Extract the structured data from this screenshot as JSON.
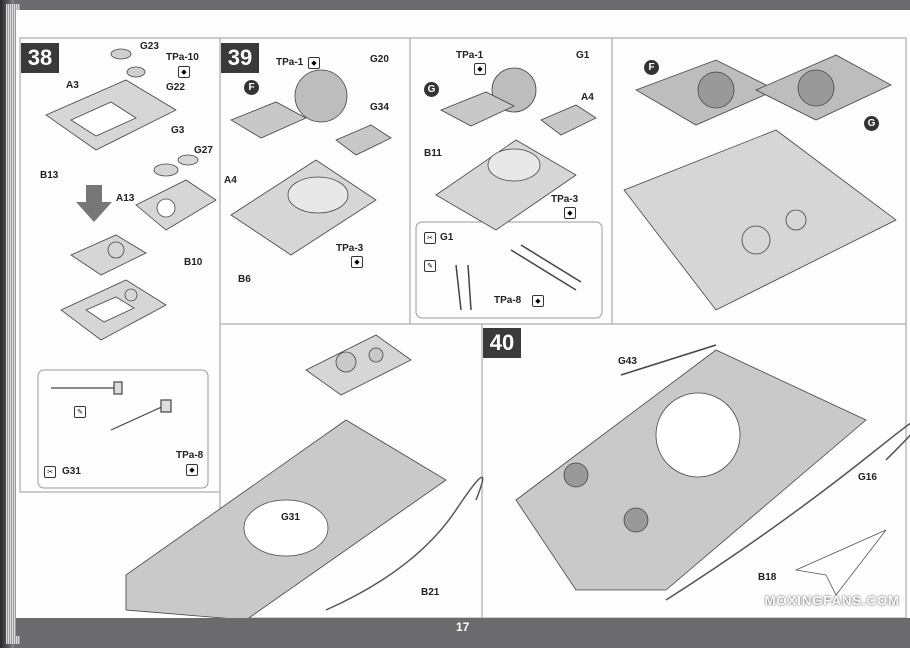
{
  "steps": {
    "s38": "38",
    "s39": "39",
    "s40": "40"
  },
  "badges": {
    "F1": "F",
    "G1": "G",
    "F2": "F",
    "G2": "G"
  },
  "labels": {
    "g23": "G23",
    "tpa10": "TPa-10",
    "a3": "A3",
    "g22": "G22",
    "g3": "G3",
    "g27": "G27",
    "a13": "A13",
    "b13": "B13",
    "b10": "B10",
    "g31a": "G31",
    "tpa8a": "TPa-8",
    "tpa1a": "TPa-1",
    "g20": "G20",
    "g34": "G34",
    "a4a": "A4",
    "tpa3a": "TPa-3",
    "b6": "B6",
    "tpa1b": "TPa-1",
    "g1a": "G1",
    "a4b": "A4",
    "b11": "B11",
    "tpa3b": "TPa-3",
    "g1b": "G1",
    "tpa8b": "TPa-8",
    "g43": "G43",
    "g16": "G16",
    "b18": "B18",
    "g31b": "G31",
    "b21": "B21"
  },
  "page_number": "17",
  "watermark": "MOXINGFANS.COM",
  "icons": [
    "glue-icon",
    "tool-icon",
    "nippers-icon",
    "tweezers-icon",
    "arrow-icon"
  ]
}
